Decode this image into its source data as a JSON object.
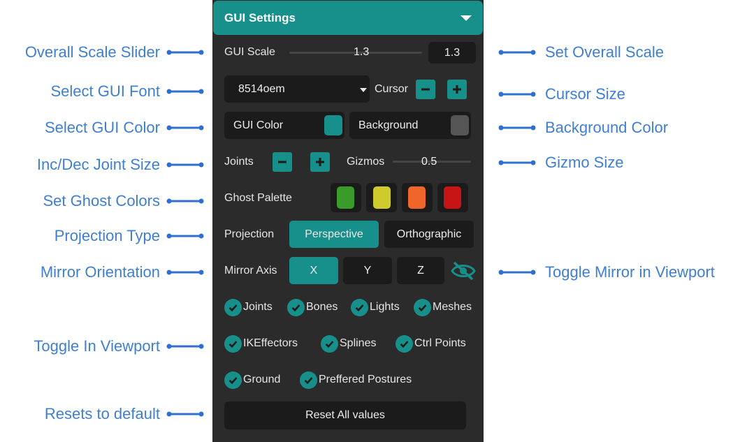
{
  "panel": {
    "title": "GUI Settings",
    "gui_scale": {
      "label": "GUI Scale",
      "slider_value": "1.3",
      "value": "1.3"
    },
    "font": {
      "selected": "8514oem"
    },
    "cursor": {
      "label": "Cursor"
    },
    "gui_color": {
      "label": "GUI Color",
      "color": "#17908b"
    },
    "background": {
      "label": "Background",
      "color": "#555555"
    },
    "joints": {
      "label": "Joints"
    },
    "gizmos": {
      "label": "Gizmos",
      "value": "0.5"
    },
    "ghost_palette": {
      "label": "Ghost Palette",
      "colors": [
        "#3a9a2a",
        "#cfcb2e",
        "#f0652a",
        "#c71414"
      ]
    },
    "projection": {
      "label": "Projection",
      "options": [
        "Perspective",
        "Orthographic"
      ],
      "selected": "Perspective"
    },
    "mirror": {
      "label": "Mirror Axis",
      "options": [
        "X",
        "Y",
        "Z"
      ],
      "selected": "X"
    },
    "toggles": [
      "Joints",
      "Bones",
      "Lights",
      "Meshes",
      "IKEffectors",
      "Splines",
      "Ctrl Points",
      "Ground",
      "Preffered Postures"
    ],
    "reset_label": "Reset All values",
    "accent_color": "#17908b"
  },
  "annotations": {
    "left": [
      "Overall Scale Slider",
      "Select GUI Font",
      "Select GUI Color",
      "Inc/Dec Joint Size",
      "Set Ghost Colors",
      "Projection Type",
      "Mirror Orientation",
      "Toggle In Viewport",
      "Resets to default"
    ],
    "right": [
      "Set Overall Scale",
      "Cursor Size",
      "Background Color",
      "Gizmo Size",
      "Toggle Mirror in Viewport"
    ]
  }
}
